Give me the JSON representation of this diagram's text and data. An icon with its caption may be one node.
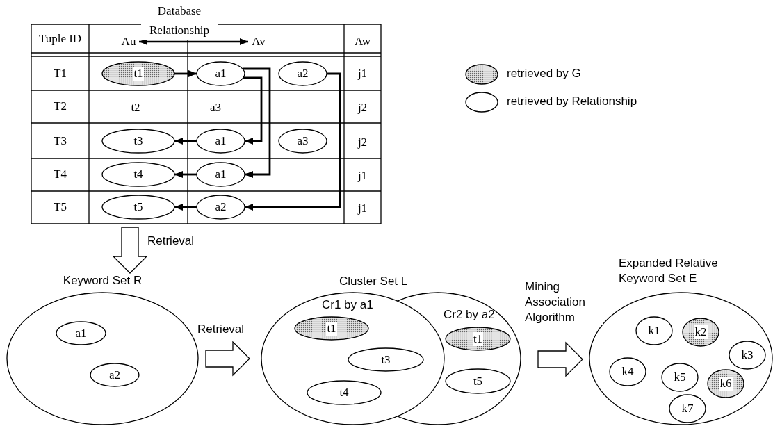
{
  "diagram": {
    "nodes": [
      {
        "text": [
          "Au"
        ]
      },
      {
        "text": [
          "Av"
        ]
      },
      {
        "text": [
          "t1"
        ]
      },
      {
        "text": [
          "a1"
        ]
      },
      {
        "text": [
          "a2"
        ]
      },
      {
        "text": [
          "t3"
        ]
      },
      {
        "text": [
          "a1"
        ]
      },
      {
        "text": [
          "a3"
        ]
      },
      {
        "text": [
          "t4"
        ]
      },
      {
        "text": [
          "a1"
        ]
      },
      {
        "text": [
          "t5"
        ]
      },
      {
        "text": [
          "a2"
        ]
      },
      {
        "text": [
          "Keyword Set R"
        ]
      },
      {
        "text": [
          "a1"
        ],
        "in": 12
      },
      {
        "text": [
          "a2"
        ],
        "in": 12
      },
      {
        "text": [
          "Cr1 by a1"
        ]
      },
      {
        "text": [
          "t1"
        ],
        "in": 15
      },
      {
        "text": [
          "t3"
        ],
        "in": 15
      },
      {
        "text": [
          "t4"
        ],
        "in": 15
      },
      {
        "text": [
          "Cr2 by a2"
        ]
      },
      {
        "text": [
          "t1"
        ],
        "in": 19
      },
      {
        "text": [
          "t5"
        ],
        "in": 19
      },
      {
        "text": [
          "Expanded Relative Keyword Set E"
        ]
      },
      {
        "text": [
          "k1"
        ],
        "in": 22
      },
      {
        "text": [
          "k2"
        ],
        "in": 22
      },
      {
        "text": [
          "k3"
        ],
        "in": 22
      },
      {
        "text": [
          "k4"
        ],
        "in": 22
      },
      {
        "text": [
          "k5"
        ],
        "in": 22
      },
      {
        "text": [
          "k6"
        ],
        "in": 22
      },
      {
        "text": [
          "k7"
        ],
        "in": 22
      }
    ],
    "edges": [
      {
        "from": 0,
        "to": 1,
        "arrow": "both",
        "label": "Database Relationship"
      },
      {
        "from": 2,
        "to": 3,
        "arrow": "to"
      },
      {
        "from": 3,
        "to": 6,
        "arrow": "to"
      },
      {
        "from": 3,
        "to": 9,
        "arrow": "to"
      },
      {
        "from": 4,
        "to": 11,
        "arrow": "to"
      },
      {
        "from": 6,
        "to": 5,
        "arrow": "to"
      },
      {
        "from": 9,
        "to": 8,
        "arrow": "to"
      },
      {
        "from": 11,
        "to": 10,
        "arrow": "to"
      },
      {
        "from": null,
        "to": 12,
        "arrow": "to",
        "label": "Retrieval",
        "style": "thick"
      },
      {
        "from": 12,
        "to": 15,
        "arrow": "to",
        "label": "Retrieval",
        "style": "thick"
      },
      {
        "from": 19,
        "to": 22,
        "arrow": "to",
        "label": "Mining Association Algorithm",
        "style": "thick"
      }
    ],
    "labels": [
      "Tuple ID",
      "Aw",
      "T1",
      "j1",
      "T2",
      "t2",
      "a3",
      "j2",
      "T3",
      "j2",
      "T4",
      "j1",
      "T5",
      "j1",
      "Cluster Set L"
    ],
    "legend": [
      {
        "text": "retrieved by G"
      },
      {
        "text": "retrieved by Relationship"
      }
    ]
  }
}
